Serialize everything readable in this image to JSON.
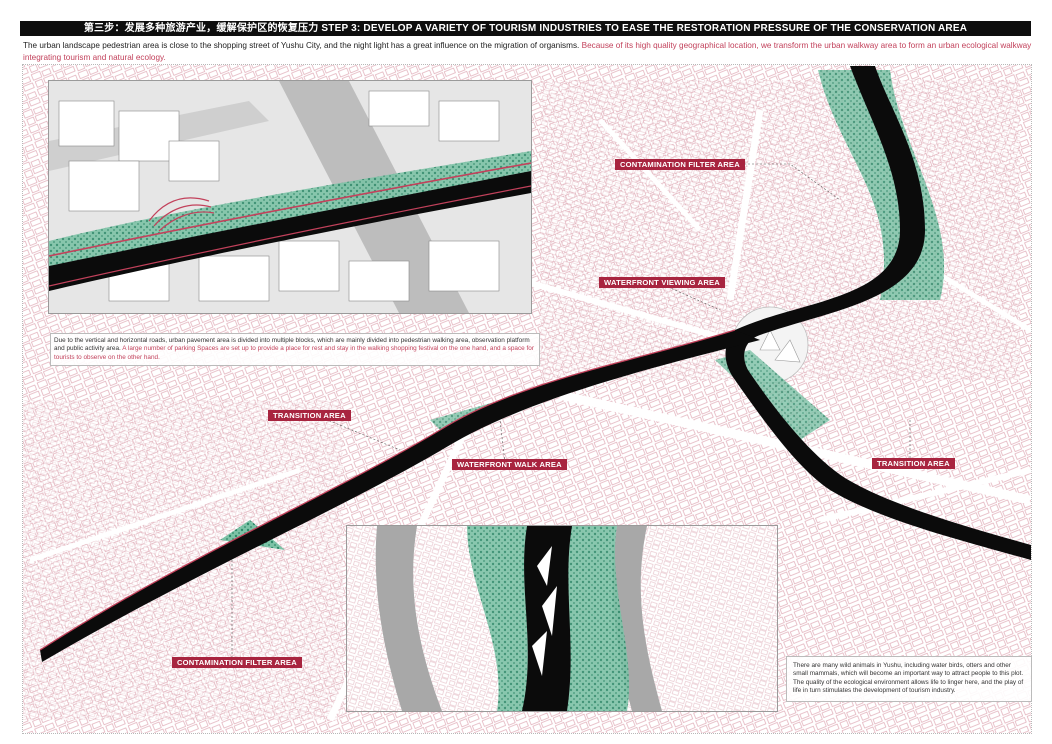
{
  "banner": {
    "title": "第三步：发展多种旅游产业，缓解保护区的恢复压力  STEP 3: DEVELOP A VARIETY OF TOURISM INDUSTRIES TO EASE THE RESTORATION PRESSURE OF THE CONSERVATION AREA"
  },
  "intro": {
    "text_plain": "The urban landscape pedestrian area is close to the shopping street of Yushu City, and the night light has a great influence on the migration of organisms. ",
    "text_highlight": "Because of its high quality geographical location, we transform the urban walkway area to form an urban ecological walkway integrating tourism and natural ecology."
  },
  "labels": {
    "contamination_filter_top": "CONTAMINATION FILTER AREA",
    "waterfront_viewing": "WATERFRONT VIEWING AREA",
    "transition_left": "TRANSITION AREA",
    "waterfront_walk": "WATERFRONT WALK AREA",
    "transition_right": "TRANSITION AREA",
    "contamination_filter_bottom": "CONTAMINATION FILTER AREA"
  },
  "notes": {
    "walkway_plain": "Due to the vertical and horizontal roads, urban pavement area is divided into multiple blocks, which are mainly divided into pedestrian walking area, observation platform and public activity area. ",
    "walkway_highlight": "A large number of parking Spaces are set up to provide a place for rest and stay in the walking shopping festival on the one hand, and a space for tourists to observe on the other hand.",
    "wildlife": "There are many wild animals in Yushu, including water birds, otters and other small mammals, which will become an important way to attract people to this plot. The quality of the ecological environment allows life to linger here, and the play of life in turn stimulates the development of tourism industry."
  },
  "colors": {
    "accent": "#a8243f",
    "river": "#0b0b0b",
    "vegetation": "#4fa88a",
    "building_outline": "#d48a9a",
    "road": "#bdbdbd"
  }
}
